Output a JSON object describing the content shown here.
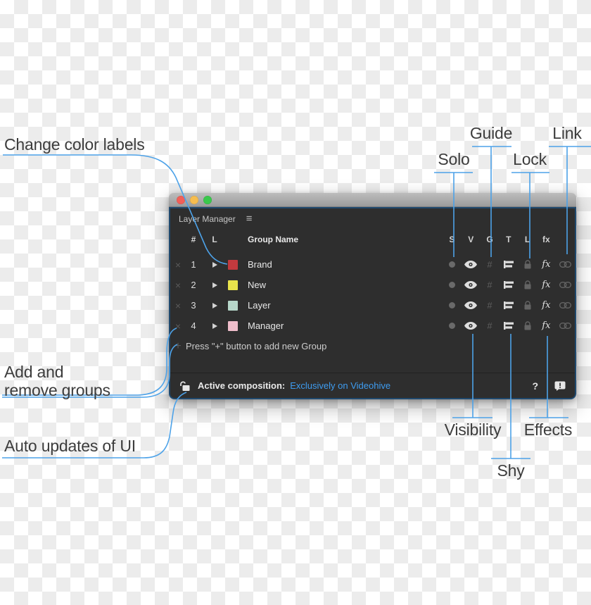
{
  "annotations": {
    "change_color_labels": "Change color labels",
    "guide": "Guide",
    "link": "Link",
    "solo": "Solo",
    "lock": "Lock",
    "add_remove_line1": "Add and",
    "add_remove_line2": "remove groups",
    "auto_updates": "Auto updates of UI",
    "visibility": "Visibility",
    "effects": "Effects",
    "shy": "Shy"
  },
  "window": {
    "title": "Layer Manager",
    "header": {
      "number": "#",
      "label": "L",
      "group_name": "Group Name",
      "toggles": [
        "S",
        "V",
        "G",
        "T",
        "L",
        "fx"
      ]
    },
    "rows": [
      {
        "number": "1",
        "name": "Brand",
        "color": "#c23a3e"
      },
      {
        "number": "2",
        "name": "New",
        "color": "#e8e34c"
      },
      {
        "number": "3",
        "name": "Layer",
        "color": "#b7d7ca"
      },
      {
        "number": "4",
        "name": "Manager",
        "color": "#efbecb"
      }
    ],
    "add_hint": "Press \"+\" button to add new Group",
    "footer": {
      "active_label": "Active composition:",
      "link_text": "Exclusively on Videohive"
    }
  },
  "icons": {
    "delete": "×",
    "add": "+",
    "menu": "≡",
    "guide": "#",
    "effects": "fx",
    "help": "?"
  },
  "colors": {
    "annotation_line": "#4da2e8",
    "link_text": "#3e9cf0",
    "traffic_red": "#f25f58",
    "traffic_yellow": "#f6bd4f",
    "traffic_green": "#3ac84c"
  }
}
